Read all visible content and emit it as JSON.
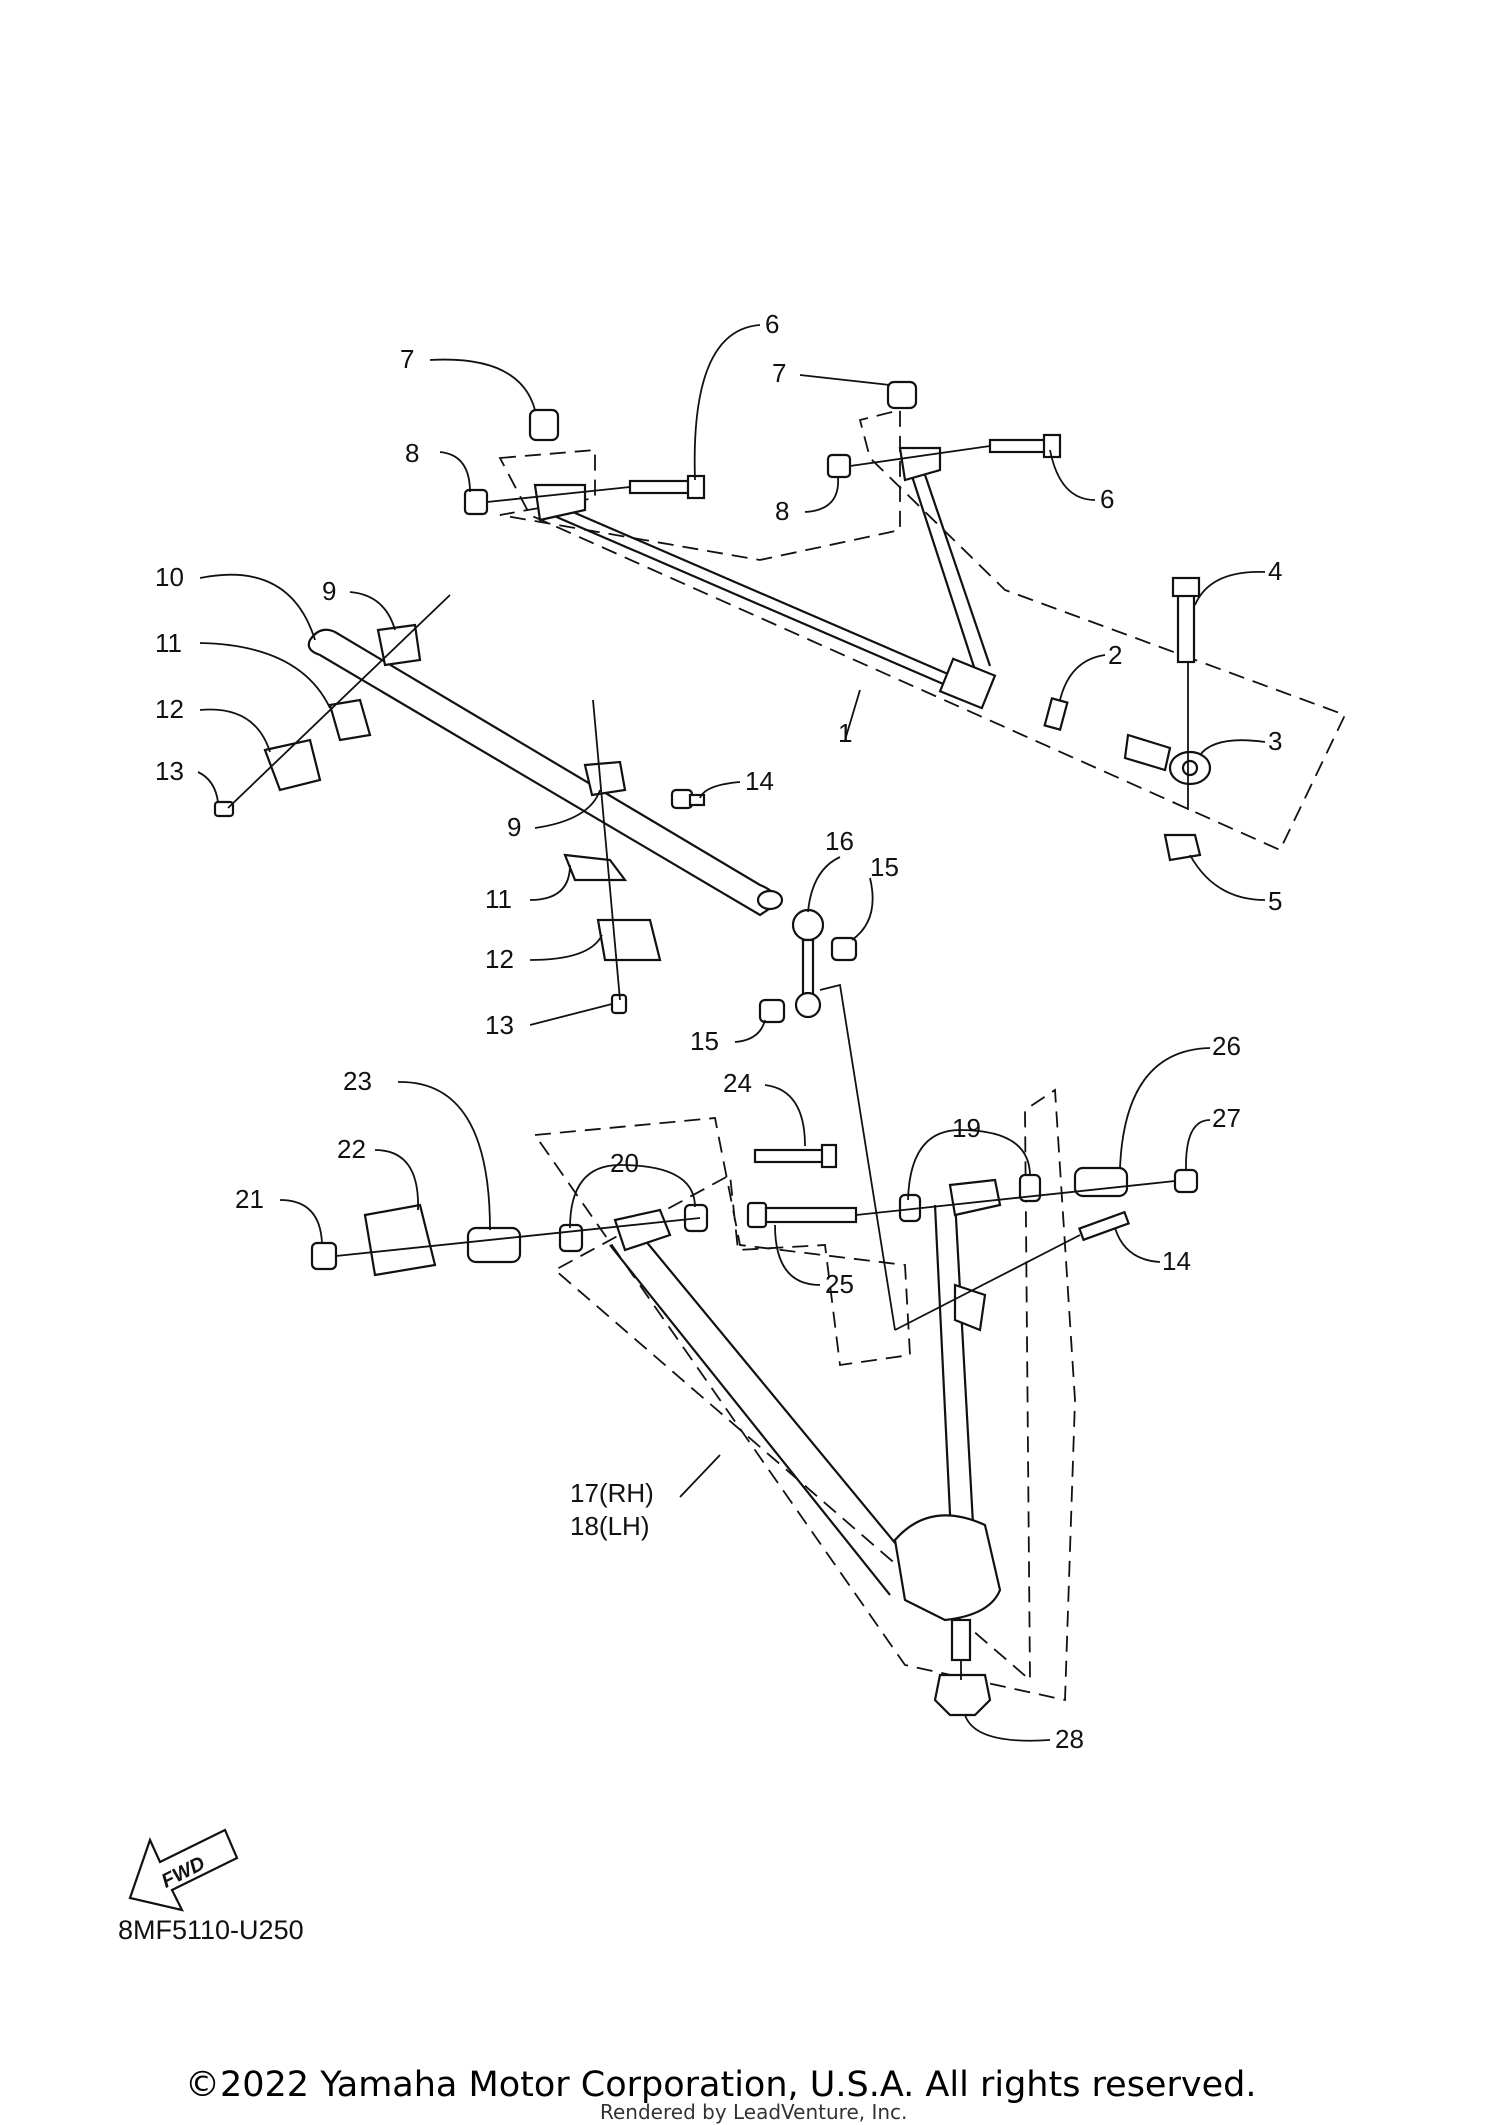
{
  "diagram": {
    "labels": [
      "1",
      "2",
      "3",
      "4",
      "5",
      "6",
      "6",
      "7",
      "7",
      "8",
      "8",
      "9",
      "9",
      "10",
      "11",
      "11",
      "12",
      "12",
      "13",
      "13",
      "14",
      "14",
      "15",
      "15",
      "16",
      "17(RH)",
      "18(LH)",
      "19",
      "20",
      "21",
      "22",
      "23",
      "24",
      "25",
      "26",
      "27",
      "28"
    ],
    "fwd_marker": "FWD",
    "diagram_code": "8MF5110-U250"
  },
  "footer": {
    "copyright": "©2022 Yamaha Motor Corporation, U.S.A. All rights reserved.",
    "rendered_by": "Rendered by LeadVenture, Inc."
  }
}
